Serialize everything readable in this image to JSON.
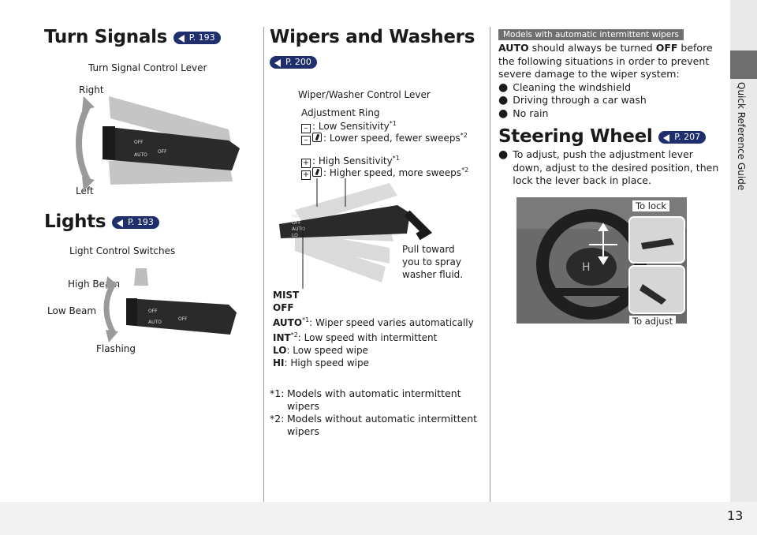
{
  "turn_signals": {
    "title": "Turn Signals",
    "page_ref": "P. 193",
    "control_label": "Turn Signal Control Lever",
    "right_label": "Right",
    "left_label": "Left"
  },
  "lights": {
    "title": "Lights",
    "page_ref": "P. 193",
    "control_label": "Light Control Switches",
    "high_beam": "High Beam",
    "low_beam": "Low Beam",
    "flashing": "Flashing"
  },
  "wipers": {
    "title": "Wipers and Washers",
    "page_ref": "P. 200",
    "control_label": "Wiper/Washer Control Lever",
    "adjustment_ring": "Adjustment Ring",
    "low_sens_prefix": "–",
    "low_sens": ": Low Sensitivity",
    "low_sens_sup": "*1",
    "low_speed_prefix": "–",
    "low_speed": ": Lower speed, fewer sweeps",
    "low_speed_sup": "*2",
    "high_sens_prefix": "+",
    "high_sens": ": High Sensitivity",
    "high_sens_sup": "*1",
    "high_speed_prefix": "+",
    "high_speed": ": Higher speed, more sweeps",
    "high_speed_sup": "*2",
    "pull_toward": [
      "Pull toward",
      "you to spray",
      "washer fluid."
    ],
    "mist": "MIST",
    "off": "OFF",
    "auto_label": "AUTO",
    "auto_sup": "*1",
    "auto_desc": ": Wiper speed varies automatically",
    "int_label": "INT",
    "int_sup": "*2",
    "int_desc": ": Low speed with intermittent",
    "lo_label": "LO",
    "lo_desc": ": Low speed wipe",
    "hi_label": "HI",
    "hi_desc": ": High speed wipe",
    "footnote1_label": "*1:",
    "footnote1_line1": "Models with automatic intermittent",
    "footnote1_line2": "wipers",
    "footnote2_label": "*2:",
    "footnote2_line1": "Models without automatic intermittent",
    "footnote2_line2": "wipers"
  },
  "auto_note": {
    "tag": "Models with automatic intermittent wipers",
    "auto_word": "AUTO",
    "text1": " should always be turned ",
    "off_word": "OFF",
    "text2": " before",
    "line2": "the following situations in order to prevent",
    "line3": "severe damage to the wiper system:",
    "bullets": [
      "Cleaning the windshield",
      "Driving through a car wash",
      "No rain"
    ]
  },
  "steering": {
    "title": "Steering Wheel",
    "page_ref": "P. 207",
    "bullet_line1": "To adjust, push the adjustment lever",
    "bullet_line2": "down, adjust to the desired position, then",
    "bullet_line3": "lock the lever back in place.",
    "to_lock": "To lock",
    "to_adjust": "To adjust"
  },
  "sidebar": {
    "label": "Quick Reference Guide"
  },
  "page_number": "13",
  "colors": {
    "ref_badge": "#1f2f6e",
    "tag_bg": "#6f6f6f",
    "sidebar_bg": "#e9e9e9"
  }
}
